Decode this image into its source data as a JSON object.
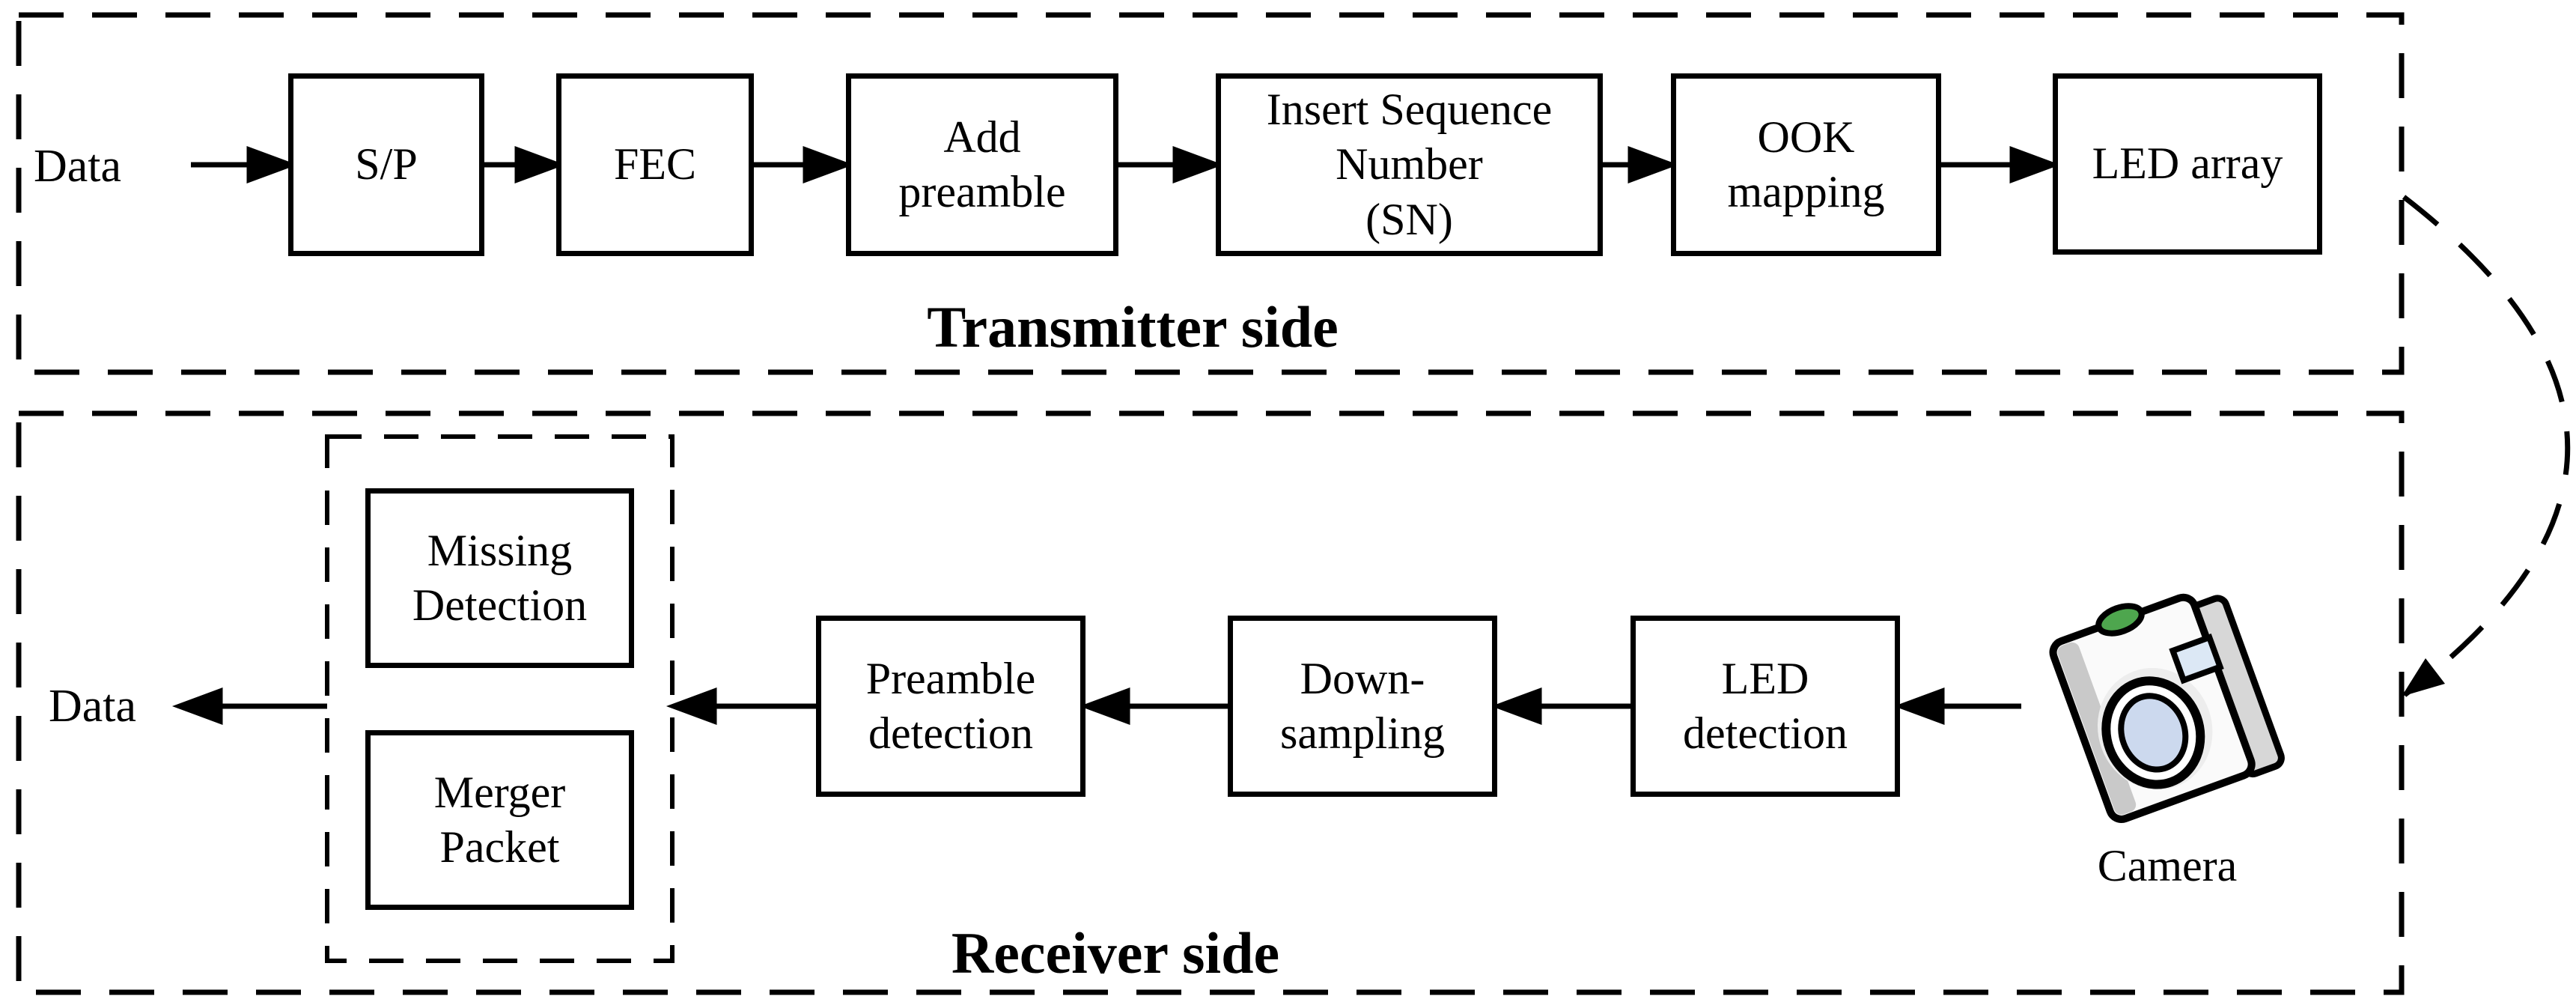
{
  "colors": {
    "ink": "#000000",
    "background": "#ffffff",
    "camera_led_green": "#4ea64e",
    "camera_lens_blue": "#ccd9ee"
  },
  "transmitter": {
    "label": "Transmitter side",
    "input_label": "Data",
    "blocks": [
      "S/P",
      "FEC",
      "Add\npreamble",
      "Insert Sequence\nNumber\n(SN)",
      "OOK\nmapping",
      "LED array"
    ]
  },
  "receiver": {
    "label": "Receiver side",
    "output_label": "Data",
    "blocks": [
      "Preamble\ndetection",
      "Down-\nsampling",
      "LED\ndetection"
    ],
    "packet_blocks": [
      "Missing\nDetection",
      "Merger\nPacket"
    ],
    "camera_label": "Camera"
  }
}
